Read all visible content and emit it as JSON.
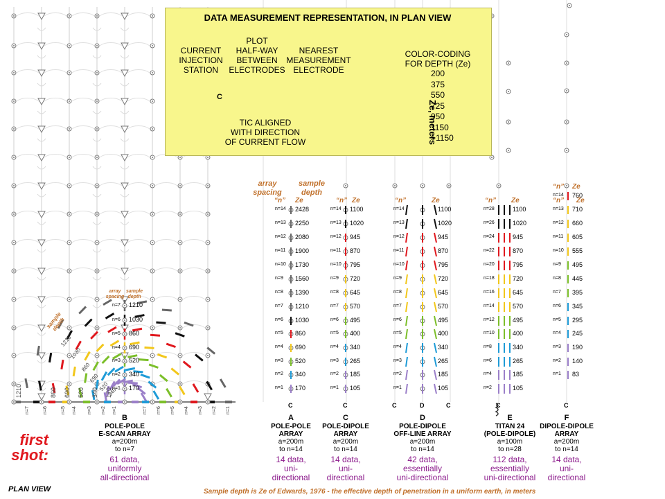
{
  "title_box": {
    "title": "DATA MEASUREMENT REPRESENTATION, IN PLAN VIEW",
    "current_injection": [
      "CURRENT",
      "INJECTION",
      "STATION"
    ],
    "plot_halfway": [
      "PLOT",
      "HALF-WAY",
      "BETWEEN",
      "ELECTRODES"
    ],
    "nearest": [
      "NEAREST",
      "MEASUREMENT",
      "ELECTRODE"
    ],
    "c_label": "C",
    "tic_aligned": [
      "TIC ALIGNED",
      "WITH DIRECTION",
      "OF CURRENT FLOW"
    ],
    "color_coding": [
      "COLOR-CODING",
      "FOR DEPTH (Ze)"
    ],
    "ze_axis": "Ze, meters",
    "legend": [
      {
        "label": "200",
        "color": "#9b7fc9"
      },
      {
        "label": "375",
        "color": "#1e9bd7"
      },
      {
        "label": "550",
        "color": "#7cbf2a"
      },
      {
        "label": "725",
        "color": "#f2c71b"
      },
      {
        "label": "950",
        "color": "#e0181e"
      },
      {
        "label": "1150",
        "color": "#111111"
      },
      {
        "label": ">1150",
        "color": "#666666"
      }
    ]
  },
  "headers": {
    "array_spacing": [
      "array",
      "spacing"
    ],
    "sample_depth": [
      "sample",
      "depth"
    ],
    "n_quote": "“n”",
    "ze": "Ze"
  },
  "arrays": {
    "a": {
      "n": [
        "n=14",
        "n=13",
        "n=12",
        "n=11",
        "n=10",
        "n=9",
        "n=8",
        "n=7",
        "n=6",
        "n=5",
        "n=4",
        "n=3",
        "n=2",
        "n=1"
      ],
      "ze": [
        "2428",
        "2250",
        "2080",
        "1900",
        "1730",
        "1560",
        "1390",
        "1210",
        "1030",
        "860",
        "690",
        "520",
        "340",
        "170"
      ],
      "letter": "A",
      "desc": [
        "POLE-POLE",
        "ARRAY",
        "a=200m",
        "to n=14"
      ],
      "data": [
        "14 data,",
        "uni-",
        "directional"
      ]
    },
    "c1": {
      "n": [
        "n=14",
        "n=13",
        "n=12",
        "n=11",
        "n=10",
        "n=9",
        "n=8",
        "n=7",
        "n=6",
        "n=5",
        "n=4",
        "n=3",
        "n=2",
        "n=1"
      ],
      "ze": [
        "1100",
        "1020",
        "945",
        "870",
        "795",
        "720",
        "645",
        "570",
        "495",
        "400",
        "340",
        "265",
        "185",
        "105"
      ],
      "letter": "C",
      "desc": [
        "POLE-DIPOLE",
        "ARRAY",
        "a=200m",
        "to n=14"
      ],
      "data": [
        "14 data,",
        "uni-",
        "directional"
      ]
    },
    "d": {
      "n": [
        "n=14",
        "n=13",
        "n=12",
        "n=11",
        "n=10",
        "n=9",
        "n=8",
        "n=7",
        "n=6",
        "n=5",
        "n=4",
        "n=3",
        "n=2",
        "n=1"
      ],
      "ze": [
        "1100",
        "1020",
        "945",
        "870",
        "795",
        "720",
        "645",
        "570",
        "495",
        "400",
        "340",
        "265",
        "185",
        "105"
      ],
      "letter": "D",
      "desc": [
        "POLE-DIPOLE",
        "OFF-LINE ARRAY",
        "a=200m",
        "to n=14"
      ],
      "data": [
        "42 data,",
        "essentially",
        "uni-directional"
      ]
    },
    "e": {
      "n": [
        "n=28",
        "n=26",
        "n=24",
        "n=22",
        "n=20",
        "n=18",
        "n=16",
        "n=14",
        "n=12",
        "n=10",
        "n=8",
        "n=6",
        "n=4",
        "n=2"
      ],
      "ze": [
        "1100",
        "1020",
        "945",
        "870",
        "795",
        "720",
        "645",
        "570",
        "495",
        "400",
        "340",
        "265",
        "185",
        "105"
      ],
      "letter": "E",
      "desc": [
        "TITAN 24",
        "(POLE-DIPOLE)",
        "a=100m",
        "to n=28"
      ],
      "data": [
        "112 data,",
        "essentially",
        "uni-directional"
      ]
    },
    "f": {
      "n": [
        "n=14",
        "n=13",
        "n=12",
        "n=11",
        "n=10",
        "n=9",
        "n=8",
        "n=7",
        "n=6",
        "n=5",
        "n=4",
        "n=3",
        "n=2",
        "n=1"
      ],
      "ze": [
        "760",
        "710",
        "660",
        "605",
        "555",
        "495",
        "445",
        "395",
        "345",
        "295",
        "245",
        "190",
        "140",
        "83"
      ],
      "letter": "F",
      "desc": [
        "DIPOLE-DIPOLE",
        "ARRAY",
        "a=200m",
        "to n=14"
      ],
      "data": [
        "14 data,",
        "uni-",
        "directional"
      ]
    },
    "b": {
      "n": [
        "n=7",
        "n=6",
        "n=5",
        "n=4",
        "n=3",
        "n=2",
        "n=1"
      ],
      "ze": [
        "1210",
        "1030",
        "860",
        "690",
        "520",
        "340",
        "170"
      ],
      "letter": "B",
      "desc": [
        "POLE-POLE",
        "E-SCAN ARRAY",
        "a=200m",
        "to n=7"
      ],
      "data": [
        "61 data,",
        "uniformly",
        "all-directional"
      ]
    }
  },
  "bottom_left": {
    "n_labels": [
      "n=7",
      "n=6",
      "n=5",
      "n=4",
      "n=3",
      "n=2",
      "n=1"
    ],
    "ze_diag": [
      "1210",
      "860",
      "690",
      "520",
      "340",
      "170"
    ]
  },
  "first_shot": [
    "first",
    "shot:"
  ],
  "plan_view": "PLAN VIEW",
  "footnote": "Sample depth is Ze of Edwards, 1976 - the effective depth of penetration in a uniform earth, in meters"
}
